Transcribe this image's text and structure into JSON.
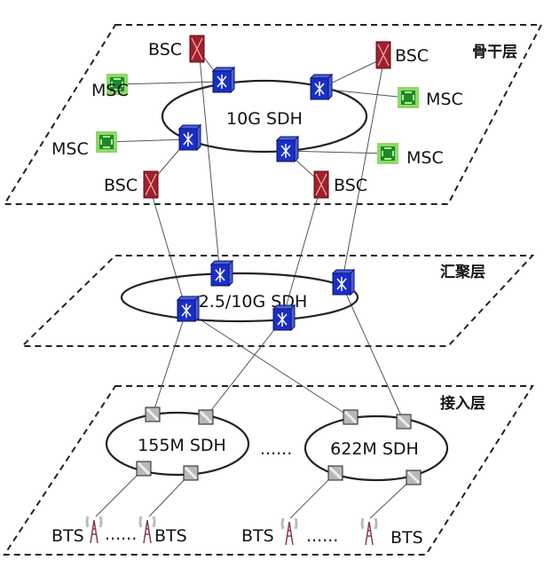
{
  "layers": {
    "core": "骨干层",
    "aggregation": "汇聚层",
    "access": "接入层"
  },
  "rings": {
    "core": "10G SDH",
    "aggregation": "2.5/10G SDH",
    "access_a": "155M SDH",
    "access_b": "622M SDH"
  },
  "nodes": {
    "bsc": "BSC",
    "msc": "MSC",
    "bts": "BTS"
  },
  "ellipsis": "......",
  "colors": {
    "bsc": "#a0202c",
    "msc": "#3cb043",
    "sdh_node": "#1a2ec8",
    "access_node": "#9a9a9a"
  }
}
